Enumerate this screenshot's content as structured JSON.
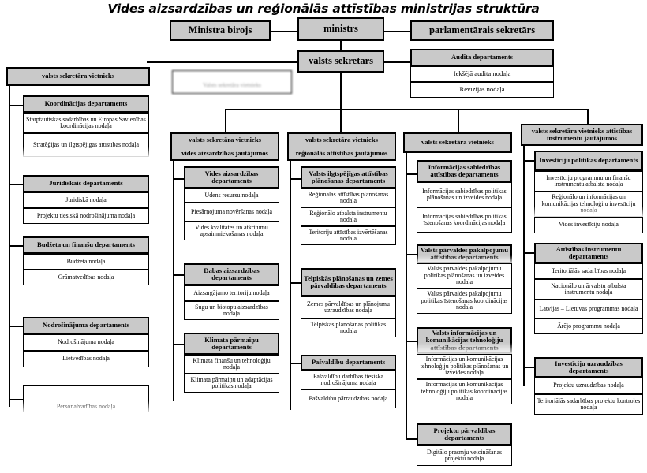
{
  "title": "Vides aizsardzības un reģionālās attīstības ministrijas struktūra",
  "top": {
    "minister_office": "Ministra birojs",
    "minister": "ministrs",
    "parliamentary_secretary": "parlamentārais sekretārs",
    "state_secretary": "valsts sekretārs",
    "unreadable_box": "Valsts sekretāra vietnieks",
    "audit": {
      "head": "Audita departaments",
      "units": [
        "Iekšējā audita nodaļa",
        "Revīzijas nodaļa"
      ]
    }
  },
  "columns": [
    {
      "head_line1": "valsts sekretāra vietnieks",
      "head_line2": "",
      "departments": [
        {
          "name": "Koordinācijas departaments",
          "units": [
            "Starptautiskās sadarbības un Eiropas Savienības koordinācijas nodaļa",
            "Stratēģijas un ilgtspējīgas attīstības nodaļa"
          ]
        },
        {
          "name": "Juridiskais departaments",
          "units": [
            "Juridiskā nodaļa",
            "Projektu tiesiskā nodrošinājuma nodaļa"
          ]
        },
        {
          "name": "Budžeta un finanšu departaments",
          "units": [
            "Budžeta nodaļa",
            "Grāmatvedības nodaļa"
          ]
        },
        {
          "name": "Nodrošinājuma departaments",
          "units": [
            "Nodrošinājuma nodaļa",
            "Lietvedības nodaļa"
          ]
        },
        {
          "name": "",
          "units": [
            "Personālvadības nodaļa"
          ]
        }
      ]
    },
    {
      "head_line1": "valsts sekretāra vietnieks",
      "head_line2": "vides aizsardzības jautājumos",
      "departments": [
        {
          "name": "Vides aizsardzības departaments",
          "units": [
            "Ūdens resursu nodaļa",
            "Piesārņojuma novēršanas nodaļa",
            "Vides kvalitātes un atkritumu apsaimniekošanas nodaļa"
          ]
        },
        {
          "name": "Dabas aizsardzības departaments",
          "units": [
            "Aizsargājamo teritoriju nodaļa",
            "Sugu un biotopu aizsardzības nodaļa"
          ]
        },
        {
          "name": "Klimata pārmaiņu departaments",
          "units": [
            "Klimata finanšu un tehnoloģiju nodaļa",
            "Klimata pārmaiņu un adaptācijas politikas nodaļa"
          ]
        }
      ]
    },
    {
      "head_line1": "valsts sekretāra vietnieks",
      "head_line2": "reģionālās attīstības jautājumos",
      "departments": [
        {
          "name": "Valsts ilgtspējīgas attīstības plānošanas departaments",
          "units": [
            "Reģionālās attīstības plānošanas nodaļa",
            "Reģionālo atbalsta instrumentu nodaļa",
            "Teritoriju attīstības izvērtēšanas nodaļa"
          ]
        },
        {
          "name": "Telpiskās plānošanas un zemes pārvaldības departaments",
          "units": [
            "Zemes pārvaldības un plānojumu uzraudzības nodaļa",
            "Telpiskās plānošanas politikas nodaļa"
          ]
        },
        {
          "name": "Pašvaldību departaments",
          "units": [
            "Pašvaldību darbības tiesiskā nodrošinājuma nodaļa",
            "Pašvaldību pārraudzības nodaļa"
          ]
        }
      ]
    },
    {
      "head_line1": "valsts sekretāra vietnieks",
      "head_line2": "",
      "departments": [
        {
          "name": "Informācijas sabiedrības attīstības departaments",
          "units": [
            "Informācijas sabiedrības politikas plānošanas un izveides nodaļa",
            "Informācijas sabiedrības politikas īstenošanas koordinācijas nodaļa"
          ]
        },
        {
          "name": "Valsts pārvaldes pakalpojumu attīstības departaments",
          "units": [
            "Valsts pārvaldes pakalpojumu politikas plānošanas un izveides nodaļa",
            "Valsts pārvaldes pakalpojumu politikas īstenošanas koordinācijas nodaļa"
          ]
        },
        {
          "name": "Valsts informācijas un komunikācijas tehnoloģiju attīstības departaments",
          "units": [
            "Informācijas un komunikācijas tehnoloģiju politikas plānošanas un izveides nodaļa",
            "Informācijas un komunikācijas tehnoloģiju politikas koordinācijas nodaļa"
          ]
        },
        {
          "name": "Projektu pārvaldības departaments",
          "units": [
            "Digitālo prasmju veicināšanas projektu nodaļa"
          ]
        }
      ]
    },
    {
      "head_line1": "valsts sekretāra vietnieks attīstības",
      "head_line2": "instrumentu jautājumos",
      "departments": [
        {
          "name": "Investīciju politikas departaments",
          "units": [
            "Investīciju programmu un finanšu instrumentu atbalsta nodaļa",
            "Reģionālo un informācijas un komunikācijas tehnoloģiju investīciju nodaļa",
            "Vides investīciju nodaļa"
          ]
        },
        {
          "name": "Attīstības instrumentu departaments",
          "units": [
            "Teritoriālās sadarbības nodaļa",
            "Nacionālo un ārvalstu atbalsta instrumentu nodaļa",
            "Latvijas – Lietuvas programmas nodaļa",
            "Ārējo programmu nodaļa"
          ]
        },
        {
          "name": "Investīciju uzraudzības departaments",
          "units": [
            "Projektu uzraudzības nodaļa",
            "Teritoriālās sadarbības projektu kontroles nodaļa"
          ]
        }
      ]
    }
  ]
}
